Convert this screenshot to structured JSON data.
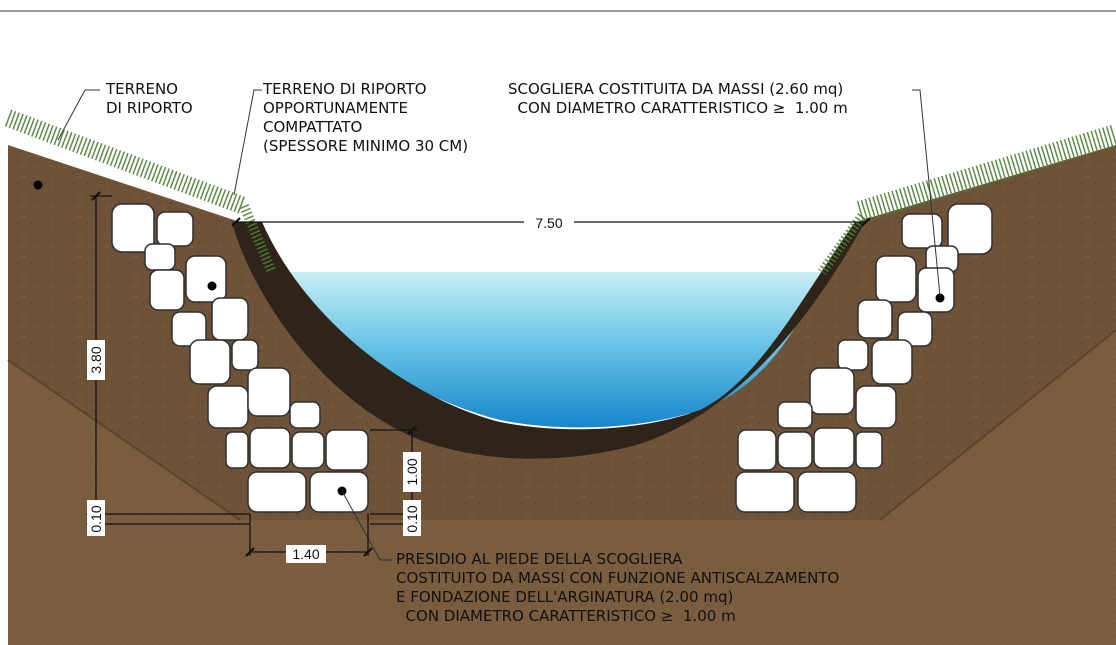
{
  "labels": {
    "fill_soil": "TERRENO\nDI RIPORTO",
    "compacted_fill": "TERRENO DI RIPORTO\nOPPORTUNAMENTE\nCOMPATTATO\n(SPESSORE MINIMO 30 CM)",
    "riprap": "SCOGLIERA COSTITUITA DA MASSI (2.60 mq)\n  CON DIAMETRO CARATTERISTICO ≥  1.00 m",
    "toe": "PRESIDIO AL PIEDE DELLA SCOGLIERA\nCOSTITUITO DA MASSI CON FUNZIONE ANTISCALZAMENTO\nE FONDAZIONE DELL'ARGINATURA (2.00 mq)\n  CON DIAMETRO CARATTERISTICO ≥  1.00 m"
  },
  "dimensions": {
    "width": "7.50",
    "height": "3.80",
    "toe_height": "1.00",
    "left_base": "0.10",
    "toe_base": "0.10",
    "toe_width": "1.40"
  },
  "colors": {
    "soil": "#6e5338",
    "soil_dark": "#4a3724",
    "compacted_layer": "#2e2419",
    "water_top": "#bfe8f3",
    "water_bottom": "#1a8fd0",
    "grass": "#3f6e2c",
    "rock": "#ffffff",
    "rock_outline": "#3a3a3a",
    "line": "#111111"
  }
}
